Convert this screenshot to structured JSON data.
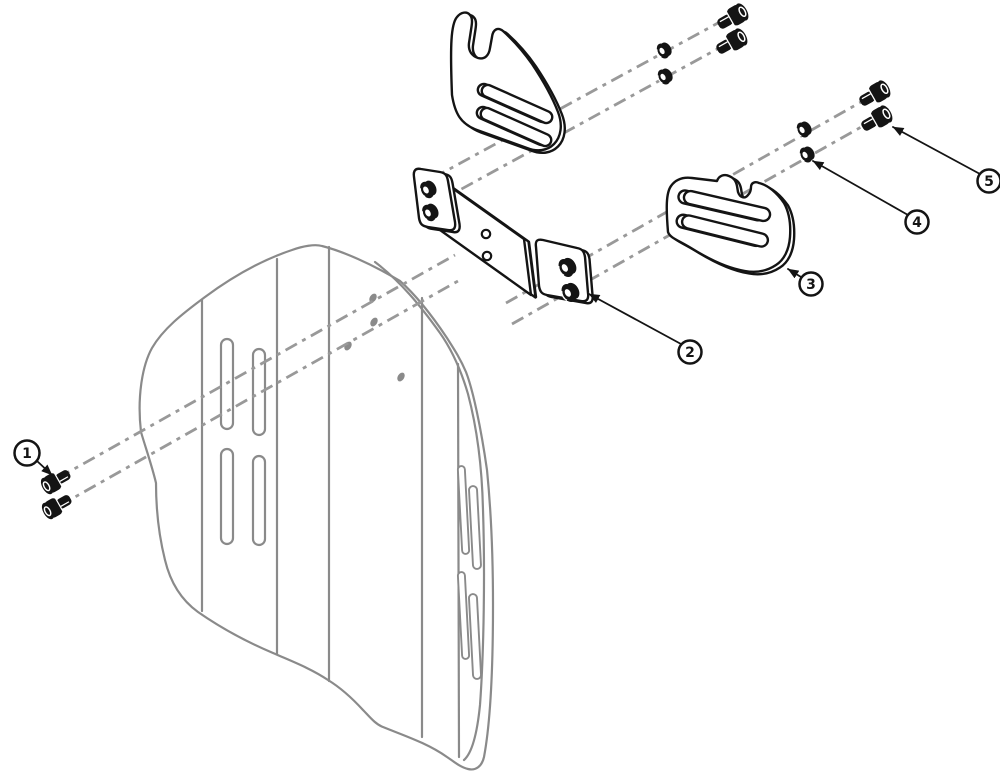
{
  "figure": {
    "type": "exploded-parts-diagram",
    "callouts": [
      {
        "label": "1"
      },
      {
        "label": "2"
      },
      {
        "label": "3"
      },
      {
        "label": "4"
      },
      {
        "label": "5"
      }
    ],
    "colors": {
      "background": "#ffffff",
      "hardware_line": "#141414",
      "shell_line": "#8a8a8a",
      "centerline": "#999999"
    }
  }
}
